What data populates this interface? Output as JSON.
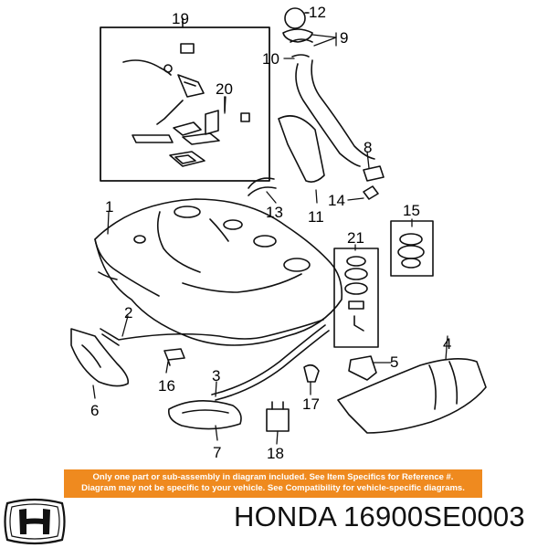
{
  "callouts": {
    "n1": "1",
    "n2": "2",
    "n3": "3",
    "n4": "4",
    "n5": "5",
    "n6": "6",
    "n7": "7",
    "n8": "8",
    "n9": "9",
    "n10": "10",
    "n11": "11",
    "n12": "12",
    "n13": "13",
    "n14": "14",
    "n15": "15",
    "n16": "16",
    "n17": "17",
    "n18": "18",
    "n19": "19",
    "n20": "20",
    "n21": "21"
  },
  "notice": {
    "line1": "Only one part or sub-assembly in diagram included. See Item Specifics for Reference #.",
    "line2": "Diagram may not be specific to your vehicle. See Compatibility for vehicle-specific diagrams."
  },
  "footer": {
    "brand": "HONDA",
    "part_number": "16900SE0003"
  },
  "icons": {
    "logo": "honda-logo-icon"
  },
  "colors": {
    "notice_bar": "#ef8a1f",
    "line_art": "#111111"
  }
}
